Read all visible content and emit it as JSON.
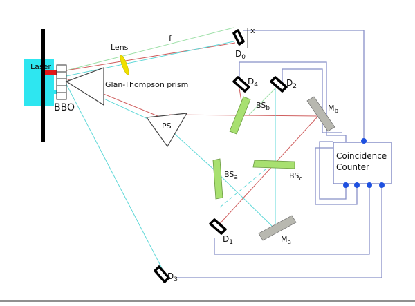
{
  "labels": {
    "laser": "Laser",
    "bbo": "BBO",
    "lens": "Lens",
    "focal": "f",
    "x": "x",
    "glan": "Glan-Thompson prism",
    "ps": "PS",
    "counter_line1": "Coincidence",
    "counter_line2": "Counter",
    "d0": "D",
    "d0_sub": "0",
    "d1": "D",
    "d1_sub": "1",
    "d2": "D",
    "d2_sub": "2",
    "d3": "D",
    "d3_sub": "3",
    "d4": "D",
    "d4_sub": "4",
    "bsa": "BS",
    "bsa_sub": "a",
    "bsb": "BS",
    "bsb_sub": "b",
    "bsc": "BS",
    "bsc_sub": "c",
    "ma": "M",
    "ma_sub": "a",
    "mb": "M",
    "mb_sub": "b"
  },
  "colors": {
    "laser_box": "#2ee6f0",
    "pump_beam": "#e01818",
    "signal_beam": "#d06060",
    "idler_beam": "#5fd8d8",
    "focus_beam": "#9ee0a8",
    "lens": "#f0e000",
    "beamsplitter": "#a8e070",
    "mirror": "#b8b8b0",
    "cable": "#8890c8",
    "port": "#1e50e0",
    "wall": "#000000"
  }
}
